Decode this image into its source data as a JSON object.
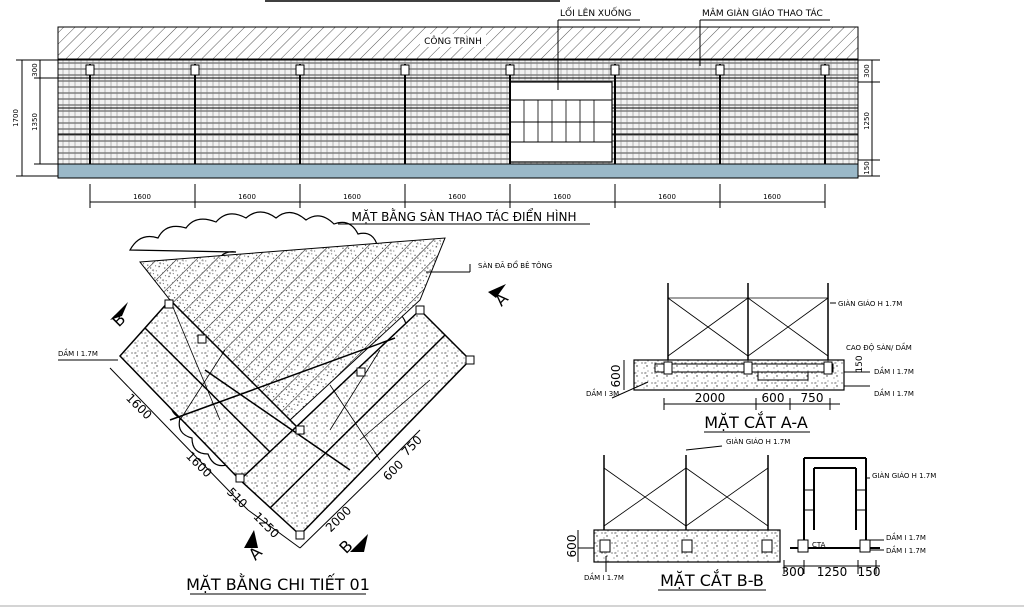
{
  "plan_top": {
    "title": "MẶT BẰNG SÀN THAO TÁC ĐIỂN HÌNH",
    "building_label": "CÔNG TRÌNH",
    "stair_label": "LỐI LÊN XUỐNG",
    "platform_label": "MÂM GIÀN GIÁO THAO TÁC",
    "span_dims": [
      "1600",
      "1600",
      "1600",
      "1600",
      "1600",
      "1600",
      "1600"
    ],
    "left_dims": {
      "total": "1700",
      "top": "300",
      "middle": "1350"
    },
    "right_dims": {
      "top": "300",
      "middle": "1250",
      "bottom": "150"
    }
  },
  "detail_plan": {
    "title": "MẶT BẰNG CHI TIẾT 01",
    "slab_note": "SÀN ĐÃ ĐỔ BÊ TÔNG",
    "beam_note": "DẦM I 1.7M",
    "section_mark_a": "A",
    "section_mark_b": "B",
    "dims": {
      "d1600a": "1600",
      "d1600b": "1600",
      "d510": "510",
      "d1250": "1250",
      "d2000": "2000",
      "d600": "600",
      "d750": "750"
    }
  },
  "section_aa": {
    "title": "MẶT CẮT A-A",
    "scaffold_label": "GIÀN GIÁO H 1.7M",
    "level_label": "CAO ĐỘ SÀN/ DẦM",
    "beam_label_right_1": "DẦM I 1.7M",
    "beam_label_right_2": "DẦM I 1.7M",
    "beam_label_left": "DẦM I 3M",
    "dim_height": "600",
    "dim_level": "150",
    "dims": [
      "2000",
      "600",
      "750"
    ]
  },
  "section_bb": {
    "title": "MẶT CẮT B-B",
    "scaffold_label_top": "GIÀN GIÁO H 1.7M",
    "scaffold_label_right": "GIÀN GIÁO H 1.7M",
    "beam_label_left": "DẦM I 1.7M",
    "beam_label_right_1": "DẦM I 1.7M",
    "beam_label_right_2": "DẦM I 1.7M",
    "cta_label": "CTA",
    "dim_height": "600",
    "dims": [
      "300",
      "1250",
      "150"
    ]
  }
}
